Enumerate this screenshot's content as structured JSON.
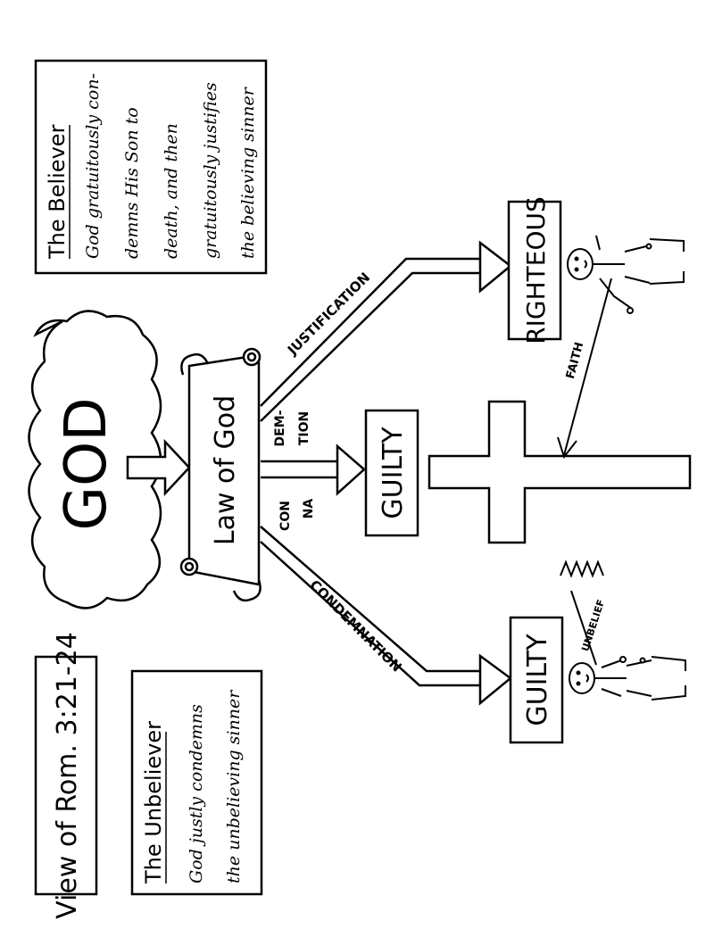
{
  "title": "View of Rom. 3:21-24",
  "god": {
    "label": "GOD"
  },
  "law": {
    "label": "Law of God"
  },
  "paths": {
    "justification": "JUSTIFICATION",
    "condemnation": "CONDEMNATION",
    "con_syllable": "CON",
    "dem_syllable": "DEM-",
    "na_syllable": "NA",
    "tion_syllable": "TION"
  },
  "boxes": {
    "righteous": "RIGHTEOUS",
    "guilty_center": "GUILTY",
    "guilty_bottom": "GUILTY"
  },
  "believer": {
    "heading": "The Believer",
    "lines": [
      "God gratuitously con-",
      "demns His Son to",
      "death, and then",
      "gratuitously justifies",
      "the believing sinner"
    ]
  },
  "unbeliever": {
    "heading": "The Unbeliever",
    "lines": [
      "God justly condemns",
      "the unbelieving sinner"
    ]
  },
  "labels": {
    "faith": "FAITH",
    "unbelief": "UNBELIEF"
  },
  "colors": {
    "ink": "#000000",
    "paper": "#ffffff"
  }
}
